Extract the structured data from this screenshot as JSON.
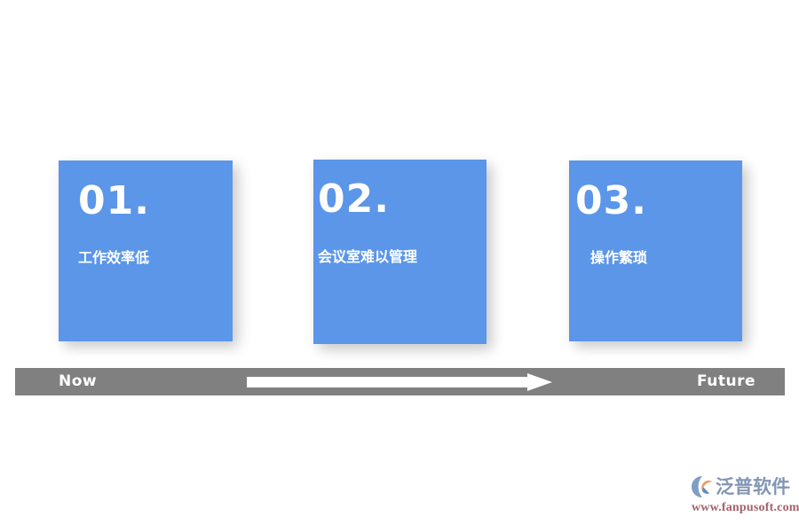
{
  "slide": {
    "background_color": "#ffffff",
    "card_color": "#5b96e8",
    "bar_color": "#808080",
    "text_color": "#ffffff"
  },
  "cards": [
    {
      "number": "01.",
      "label": "工作效率低"
    },
    {
      "number": "02.",
      "label": "会议室难以管理"
    },
    {
      "number": "03.",
      "label": "操作繁琐"
    }
  ],
  "timeline": {
    "start_label": "Now",
    "end_label": "Future",
    "arrow_icon": "right-arrow-icon"
  },
  "logo": {
    "mark_icon": "fanpu-swoosh-icon",
    "name": "泛普软件",
    "url": "www.fanpusoft.com",
    "name_color": "#8296b4",
    "url_color": "#a4616a"
  }
}
